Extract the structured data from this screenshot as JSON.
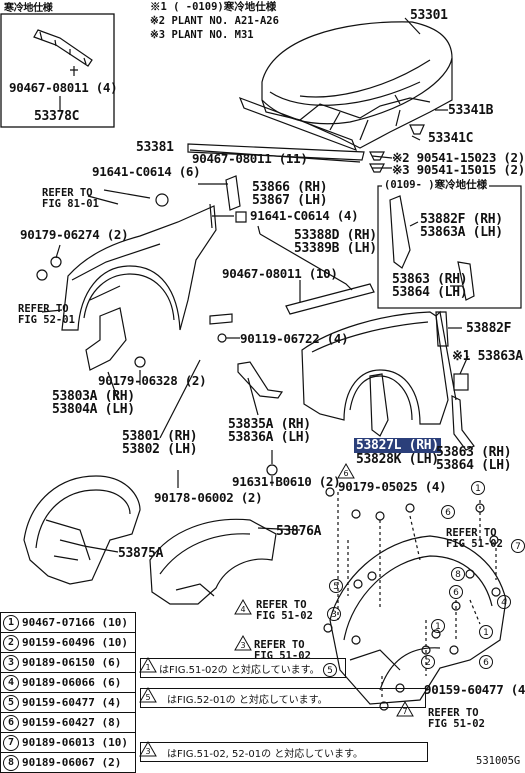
{
  "inset": {
    "title": "寒冷地仕様",
    "bolt": "90467-08011 (4)",
    "part": "53378C"
  },
  "notes": {
    "n1": "※1 (   -0109)寒冷地仕様",
    "n2": "※2 PLANT  NO.  A21-A26",
    "n3": "※3 PLANT  NO.  M31"
  },
  "labels": {
    "p53301": "53301",
    "p53341B": "53341B",
    "p53341C": "53341C",
    "p53381": "53381",
    "p90467_11": "90467-08011 (11)",
    "p90541_2": "※2 90541-15023 (2)",
    "p90541_3": "※3 90541-15015 (2)",
    "p91641_6": "91641-C0614 (6)",
    "p53866": "53866 (RH)",
    "p53867": "53867 (LH)",
    "p91641_4": "91641-C0614 (4)",
    "cold_box_title": "(0109-   )寒冷地仕様",
    "p53882F_RH": "53882F (RH)",
    "p53863A_LH": "53863A (LH)",
    "p53863_RH": "53863 (RH)",
    "p53864_LH": "53864 (LH)",
    "p90179_2": "90179-06274 (2)",
    "p53388D": "53388D (RH)",
    "p53389B": "53389B (LH)",
    "p90467_10": "90467-08011 (10)",
    "p53882F": "53882F",
    "p90119_4": "90119-06722 (4)",
    "p53863A_1": "※1 53863A",
    "p90179_6328": "90179-06328 (2)",
    "p53803A": "53803A (RH)",
    "p53804A": "53804A (LH)",
    "p53835A": "53835A (RH)",
    "p53836A": "53836A (LH)",
    "p53801": "53801 (RH)",
    "p53802": "53802 (LH)",
    "p53827L": "53827L (RH)",
    "p53828K": "53828K (LH)",
    "p53863b_RH": "53863 (RH)",
    "p53864b_LH": "53864 (LH)",
    "p91631": "91631-B0610 (2)",
    "p90179_5025": "90179-05025 (4)",
    "p90178": "90178-06002 (2)",
    "p53876A": "53876A",
    "p53875A": "53875A",
    "p90159_4": "90159-60477 (4)",
    "code": "531005G"
  },
  "refs": {
    "r1": "REFER TO\nFIG 81-01",
    "r2": "REFER TO\nFIG 52-01",
    "r3": "REFER TO\nFIG 51-02",
    "r4": "REFER TO\nFIG 51-02",
    "r5": "REFER TO\nFIG 51-02",
    "r6": "REFER TO\nFIG 51-02"
  },
  "legend": [
    {
      "num": "1",
      "part": "90467-07166 (10)"
    },
    {
      "num": "2",
      "part": "90159-60496 (10)"
    },
    {
      "num": "3",
      "part": "90189-06150 (6)"
    },
    {
      "num": "4",
      "part": "90189-06066 (6)"
    },
    {
      "num": "5",
      "part": "90159-60477 (4)"
    },
    {
      "num": "6",
      "part": "90159-60427 (8)"
    },
    {
      "num": "7",
      "part": "90189-06013 (10)"
    },
    {
      "num": "8",
      "part": "90189-06067 (2)"
    }
  ],
  "tri_notes": [
    "はFIG.51-02の  と対応しています。",
    "はFIG.52-01の  と対応しています。",
    "はFIG.51-02, 52-01の  と対応しています。"
  ]
}
